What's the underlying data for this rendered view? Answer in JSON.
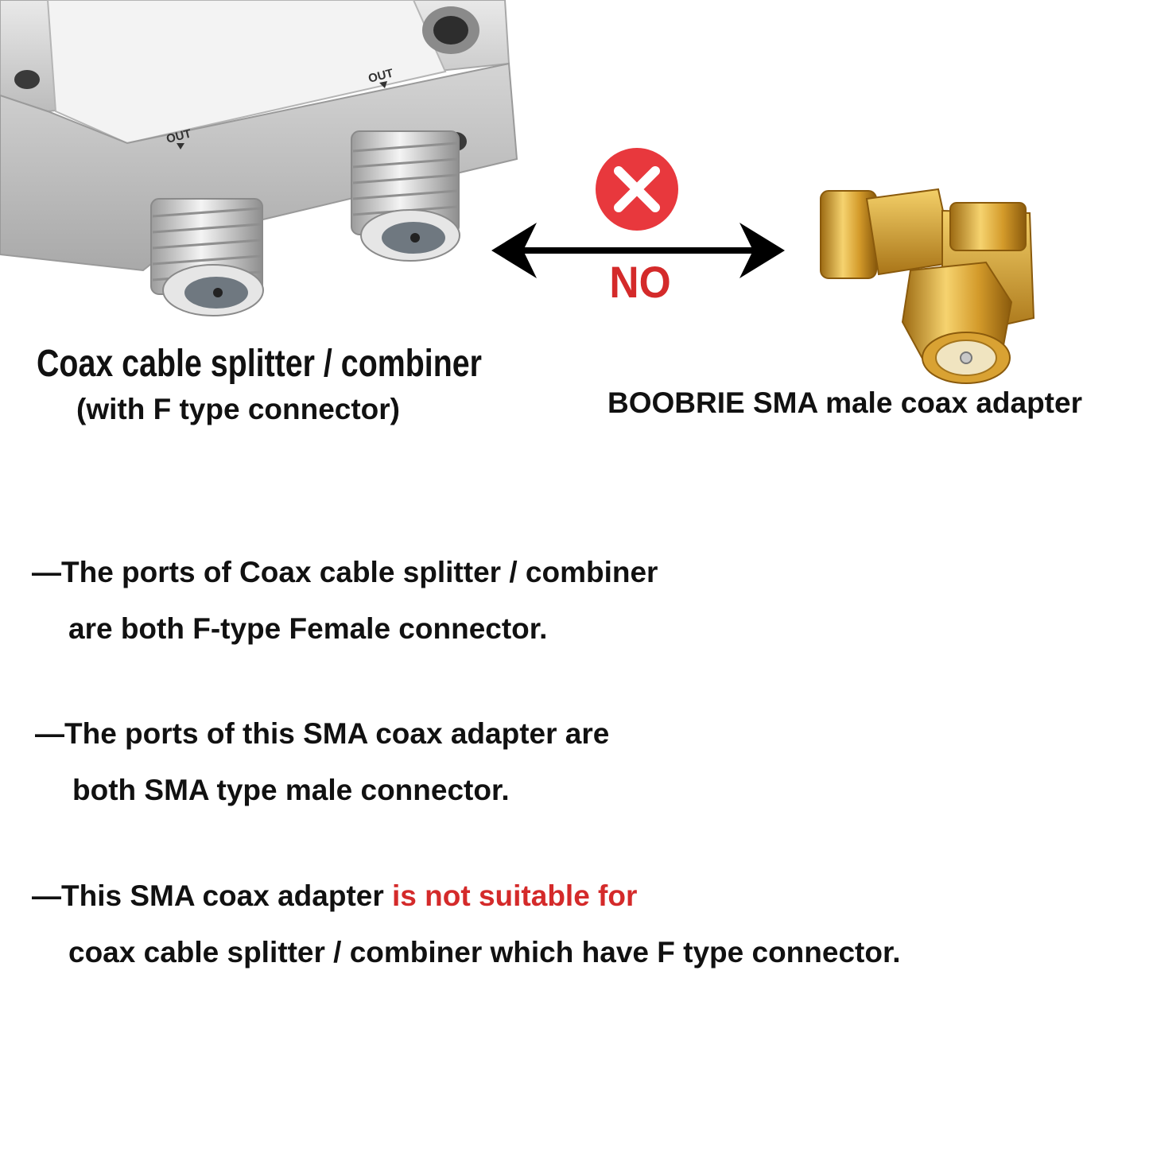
{
  "colors": {
    "text": "#111111",
    "highlight": "#d42a2a",
    "no_marker": "#e8383d",
    "silver": "#c9c9c9",
    "gold": "#d9a233"
  },
  "icons": {
    "no_marker": "close-icon",
    "arrow": "double-arrow-icon"
  },
  "splitter": {
    "port_left_label": "OUT",
    "port_right_label": "OUT"
  },
  "marker": {
    "label": "NO"
  },
  "captions": {
    "splitter_title": "Coax cable splitter / combiner",
    "splitter_subtitle": "(with F type connector)",
    "adapter_title": "BOOBRIE SMA male coax adapter"
  },
  "notes": [
    {
      "line1": "—The ports of Coax cable splitter / combiner",
      "line2": "are both F-type Female connector."
    },
    {
      "line1": "—The ports of this SMA coax adapter are",
      "line2": "both SMA type male connector."
    },
    {
      "line1_prefix": "—This SMA coax adapter ",
      "line1_highlight": "is not suitable for",
      "line2": "coax cable splitter / combiner which have F type connector."
    }
  ]
}
